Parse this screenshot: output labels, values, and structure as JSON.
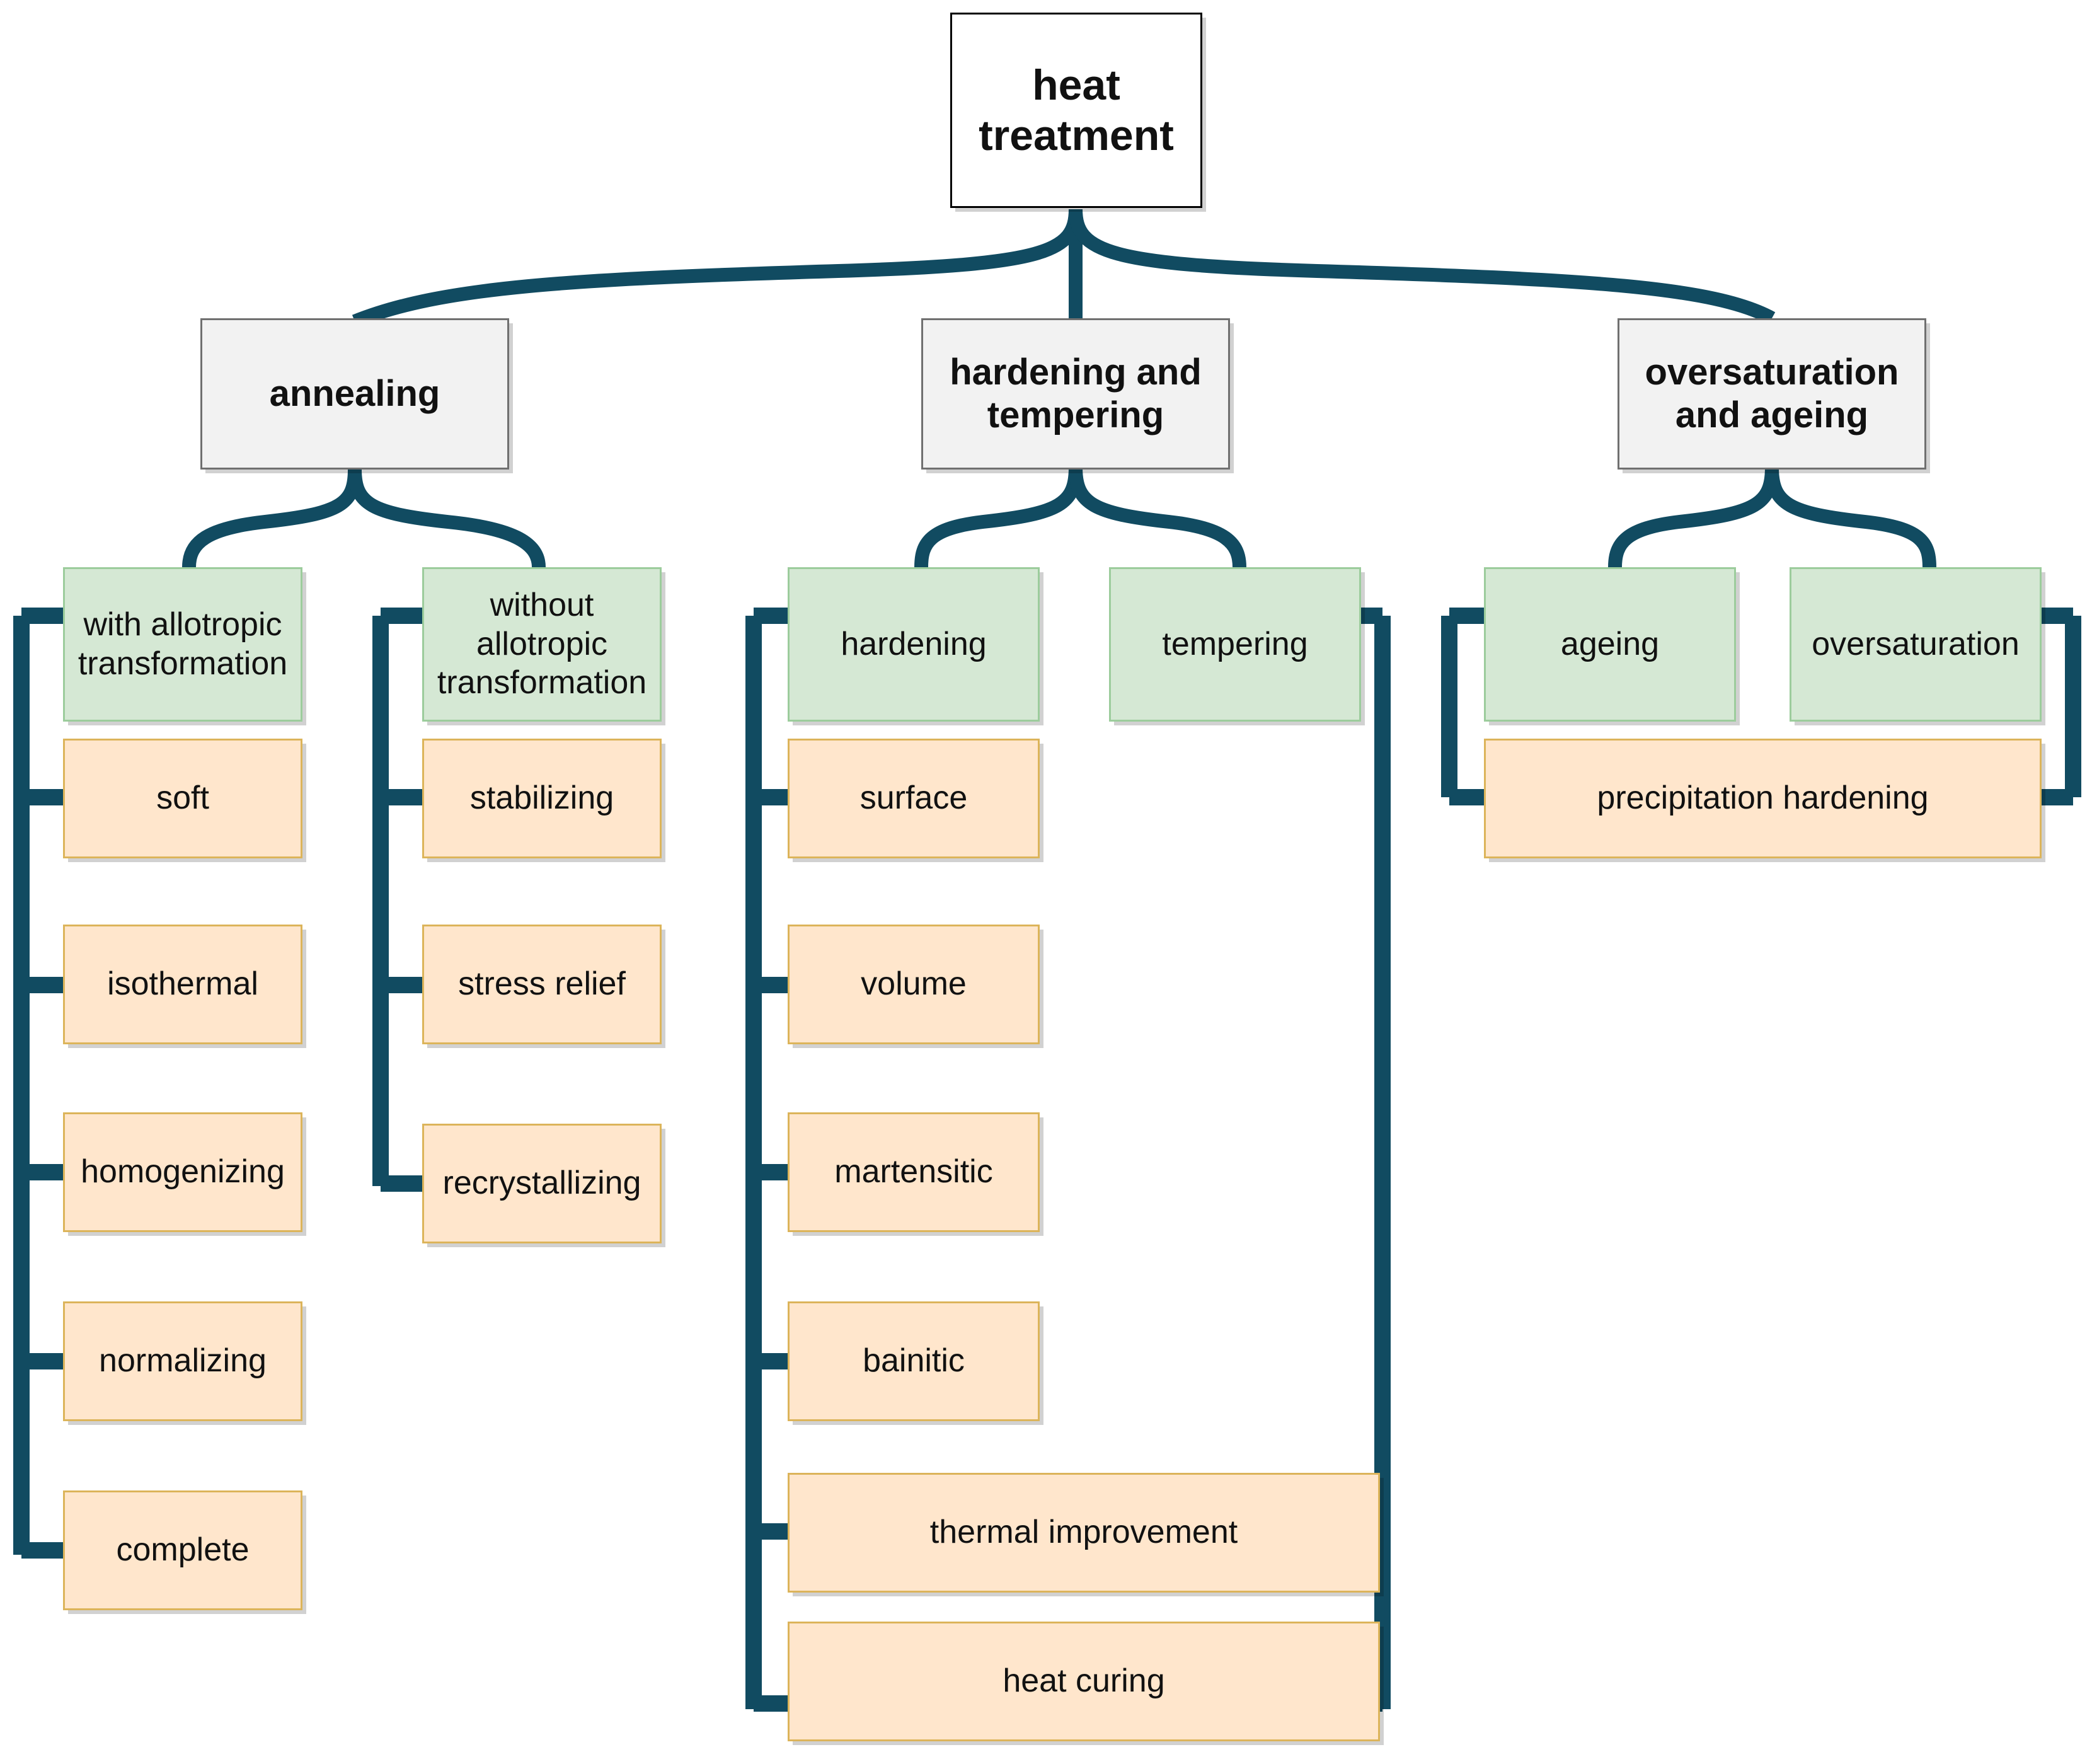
{
  "diagram": {
    "title": "heat treatment classification tree",
    "colors": {
      "connector": "#114b61",
      "root_fill": "#ffffff",
      "root_border": "#000000",
      "level2_fill": "#f2f2f2",
      "level2_border": "#707070",
      "green_fill": "#d5e8d4",
      "green_border": "#9ccc9c",
      "orange_fill": "#ffe6cc",
      "orange_border": "#dcb45a",
      "background": "#ffffff"
    },
    "root": {
      "label": "heat treatment",
      "line1": "heat",
      "line2": "treatment"
    },
    "level2": [
      {
        "id": "annealing",
        "label": "annealing",
        "lines": [
          "annealing"
        ]
      },
      {
        "id": "hardening-and-tempering",
        "label": "hardening and tempering",
        "lines": [
          "hardening and",
          "tempering"
        ]
      },
      {
        "id": "oversaturation-and-ageing",
        "label": "oversaturation and ageing",
        "lines": [
          "oversaturation",
          "and ageing"
        ]
      }
    ],
    "groups": [
      {
        "id": "with-allotropic-transformation",
        "header": {
          "label": "with allotropic transformation",
          "lines": [
            "with allotropic",
            "transformation"
          ]
        },
        "items": [
          {
            "label": "soft"
          },
          {
            "label": "isothermal"
          },
          {
            "label": "homogenizing"
          },
          {
            "label": "normalizing"
          },
          {
            "label": "complete"
          }
        ]
      },
      {
        "id": "without-allotropic-transformation",
        "header": {
          "label": "without allotropic transformation",
          "lines": [
            "without",
            "allotropic",
            "transformation"
          ]
        },
        "items": [
          {
            "label": "stabilizing"
          },
          {
            "label": "stress relief"
          },
          {
            "label": "recrystallizing"
          }
        ]
      },
      {
        "id": "hardening",
        "header": {
          "label": "hardening",
          "lines": [
            "hardening"
          ]
        },
        "items": [
          {
            "label": "surface"
          },
          {
            "label": "volume"
          },
          {
            "label": "martensitic"
          },
          {
            "label": "bainitic"
          }
        ]
      },
      {
        "id": "tempering",
        "header": {
          "label": "tempering",
          "lines": [
            "tempering"
          ]
        },
        "items": []
      },
      {
        "id": "ageing",
        "header": {
          "label": "ageing",
          "lines": [
            "ageing"
          ]
        },
        "items": []
      },
      {
        "id": "oversaturation",
        "header": {
          "label": "oversaturation",
          "lines": [
            "oversaturation"
          ]
        },
        "items": []
      }
    ],
    "shared_items": [
      {
        "id": "thermal-improvement",
        "label": "thermal improvement",
        "parents": [
          "hardening",
          "tempering"
        ]
      },
      {
        "id": "heat-curing",
        "label": "heat curing",
        "parents": [
          "hardening",
          "tempering"
        ]
      },
      {
        "id": "precipitation-hardening",
        "label": "precipitation hardening",
        "parents": [
          "ageing",
          "oversaturation"
        ]
      }
    ]
  }
}
